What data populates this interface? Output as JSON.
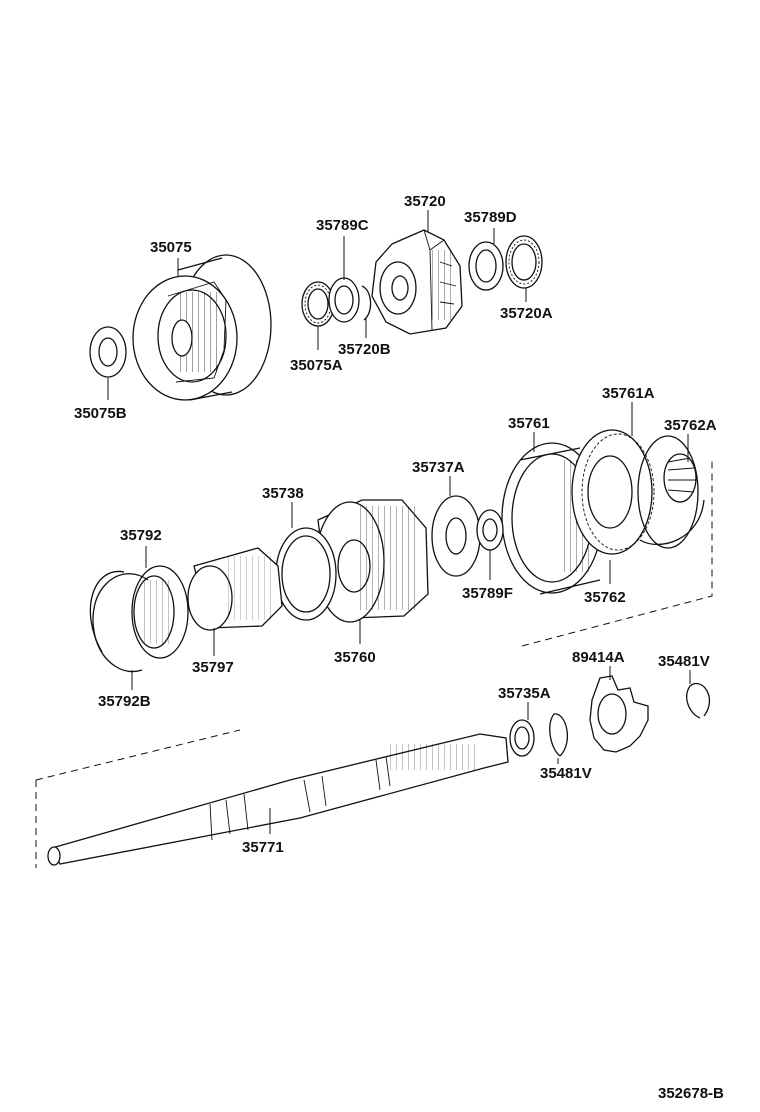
{
  "diagram_id": "352678-B",
  "labels": {
    "p35075": "35075",
    "p35075B": "35075B",
    "p35789C": "35789C",
    "p35075A": "35075A",
    "p35720B": "35720B",
    "p35720": "35720",
    "p35789D": "35789D",
    "p35720A": "35720A",
    "p35761": "35761",
    "p35761A": "35761A",
    "p35762A": "35762A",
    "p35737A": "35737A",
    "p35738": "35738",
    "p35792": "35792",
    "p35789F": "35789F",
    "p35762": "35762",
    "p35797": "35797",
    "p35760": "35760",
    "p35792B": "35792B",
    "p89414A": "89414A",
    "p35481V_right": "35481V",
    "p35735A": "35735A",
    "p35481V_lower": "35481V",
    "p35771": "35771"
  }
}
